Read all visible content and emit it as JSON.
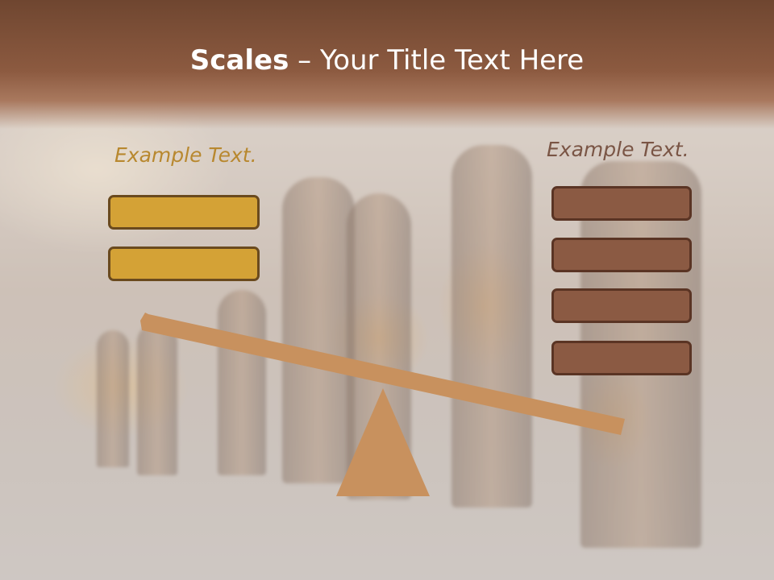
{
  "slide": {
    "title_bold": "Scales",
    "title_rest": " – Your Title Text Here"
  },
  "left_group": {
    "label": "Example Text.",
    "label_color": "#b8882f",
    "box_color": "#d4a236",
    "box_count": 2
  },
  "right_group": {
    "label": "Example Text.",
    "label_color": "#7a5545",
    "box_color": "#8b5a43",
    "box_count": 4
  },
  "scale": {
    "beam_color": "#c8915e",
    "fulcrum_color": "#c8915e"
  },
  "colors": {
    "header": "#8c5a40",
    "title_text": "#ffffff"
  }
}
